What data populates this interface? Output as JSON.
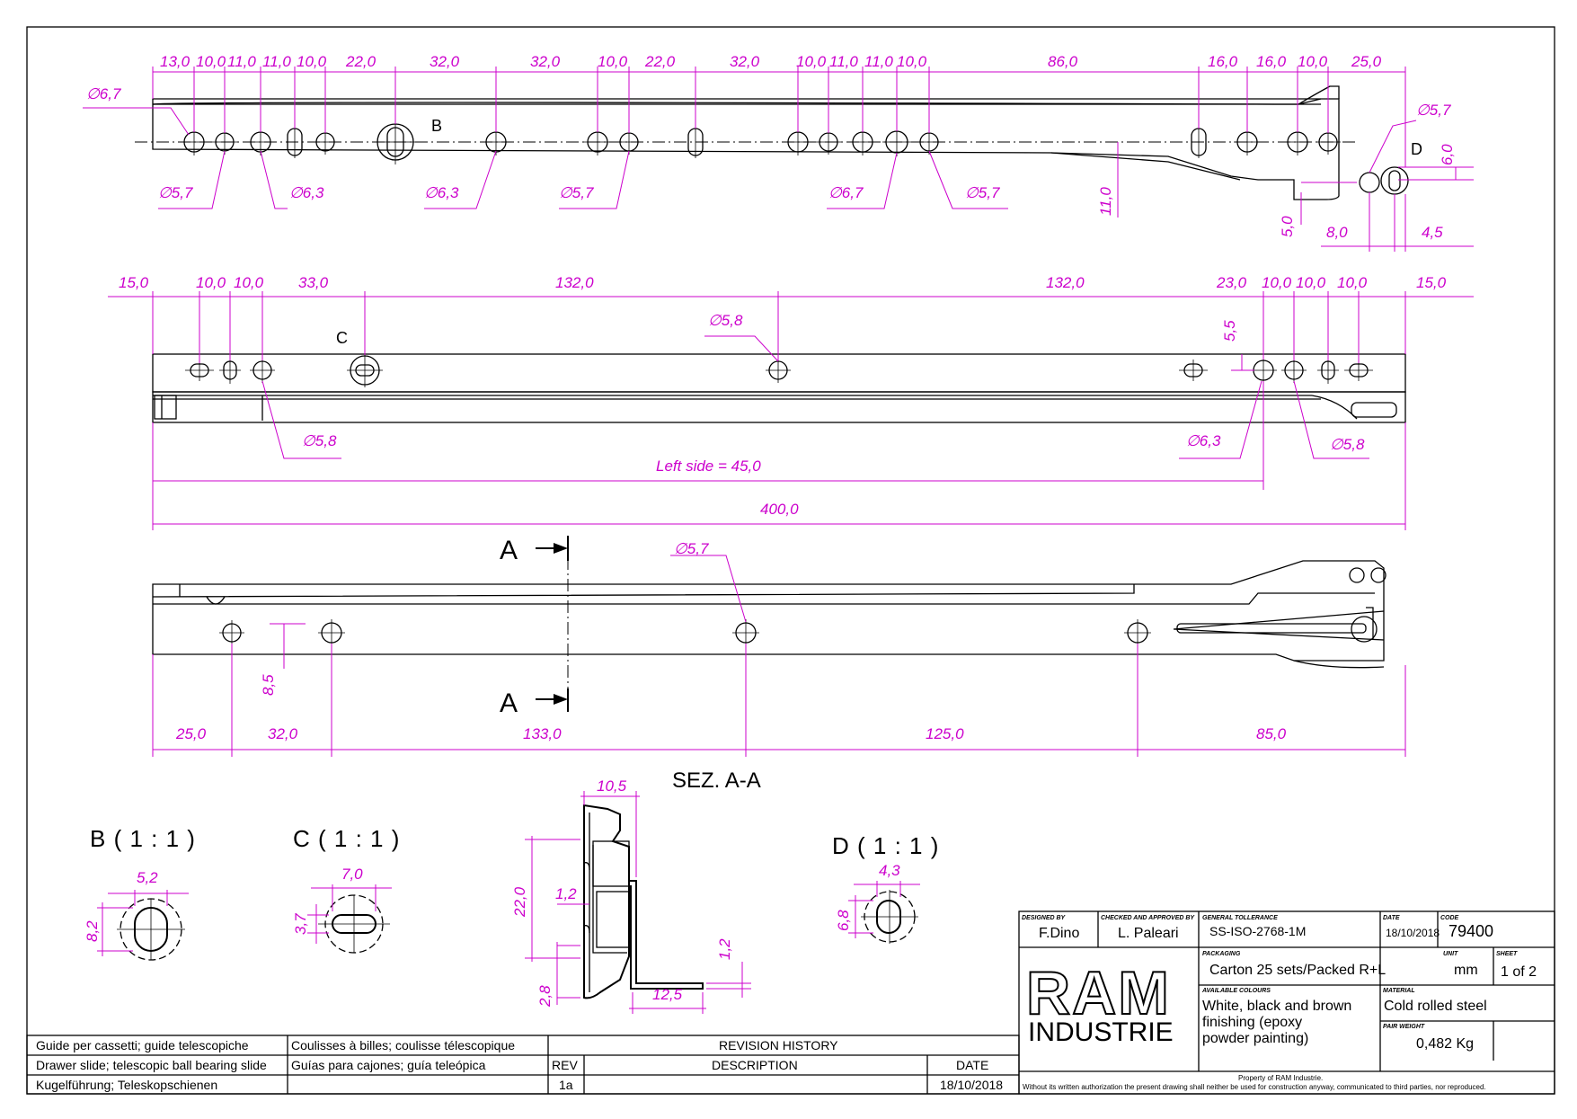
{
  "top_view": {
    "dims": [
      "13,0",
      "10,0",
      "11,0",
      "11,0",
      "10,0",
      "22,0",
      "32,0",
      "32,0",
      "10,0",
      "22,0",
      "32,0",
      "10,0",
      "11,0",
      "11,0",
      "10,0",
      "86,0",
      "16,0",
      "16,0",
      "10,0",
      "25,0"
    ],
    "d67_left": "∅6,7",
    "d57_a": "∅5,7",
    "d63_a": "∅6,3",
    "d63_b": "∅6,3",
    "d57_b": "∅5,7",
    "d67_b": "∅6,7",
    "d57_c": "∅5,7",
    "d57_right": "∅5,7",
    "label_b": "B",
    "label_d": "D",
    "v_11": "11,0",
    "v_60": "6,0",
    "v_50": "5,0",
    "h_80": "8,0",
    "h_45": "4,5"
  },
  "middle_view": {
    "dims": [
      "15,0",
      "10,0",
      "10,0",
      "33,0",
      "132,0",
      "132,0",
      "23,0",
      "10,0",
      "10,0",
      "10,0",
      "15,0"
    ],
    "d58_center": "∅5,8",
    "d58_left": "∅5,8",
    "d63": "∅6,3",
    "d58_right": "∅5,8",
    "v_55": "5,5",
    "label_c": "C",
    "left_side": "Left side = 45,0",
    "total": "400,0"
  },
  "bottom_view": {
    "section_a1": "A",
    "section_a2": "A",
    "d57": "∅5,7",
    "v_85": "8,5",
    "dims": [
      "25,0",
      "32,0",
      "133,0",
      "125,0",
      "85,0"
    ],
    "section_title": "SEZ. A-A"
  },
  "details": {
    "b_title": "B ( 1 : 1 )",
    "b_w": "5,2",
    "b_h": "8,2",
    "c_title": "C ( 1 : 1 )",
    "c_w": "7,0",
    "c_h": "3,7",
    "d_title": "D ( 1 : 1 )",
    "d_w": "4,3",
    "d_h": "6,8",
    "sec_top": "10,5",
    "sec_22": "22,0",
    "sec_12": "1,2",
    "sec_12b": "1,2",
    "sec_28": "2,8",
    "sec_125": "12,5"
  },
  "titleblock": {
    "designed_by_label": "DESIGNED BY",
    "designed_by": "F.Dino",
    "checked_label": "CHECKED AND APPROVED BY",
    "checked": "L. Paleari",
    "tolerance_label": "GENERAL TOLLERANCE",
    "tolerance": "SS-ISO-2768-1M",
    "date_label": "DATE",
    "date": "18/10/2018",
    "code_label": "CODE",
    "code": "79400",
    "packaging_label": "PACKAGING",
    "packaging": "Carton 25 sets/Packed R+L",
    "unit_label": "UNIT",
    "unit": "mm",
    "sheet_label": "SHEET",
    "sheet": "1 of 2",
    "logo_top": "RAM",
    "logo_bottom": "INDUSTRIE",
    "colours_label": "AVAILABLE COLOURS",
    "colours_1": "White, black and brown",
    "colours_2": "finishing (epoxy",
    "colours_3": "powder painting)",
    "material_label": "MATERIAL",
    "material": "Cold rolled steel",
    "weight_label": "PAIR WEIGHT",
    "weight": "0,482 Kg",
    "property": "Property of RAM Industrie.",
    "disclaimer": "Without its written authorization the present drawing shall neither be used for construction anyway, communicated to third parties, nor reproduced."
  },
  "description_table": {
    "it": "Guide per cassetti; guide telescopiche",
    "fr": "Coulisses à billes; coulisse télescopique",
    "en": "Drawer slide; telescopic ball bearing slide",
    "es": "Guías para cajones; guía teleópica",
    "de": "Kugelführung; Teleskopschienen",
    "revision_history": "REVISION HISTORY",
    "rev_head": "REV",
    "desc_head": "DESCRIPTION",
    "date_head": "DATE",
    "rev": "1a",
    "rev_date": "18/10/2018"
  }
}
